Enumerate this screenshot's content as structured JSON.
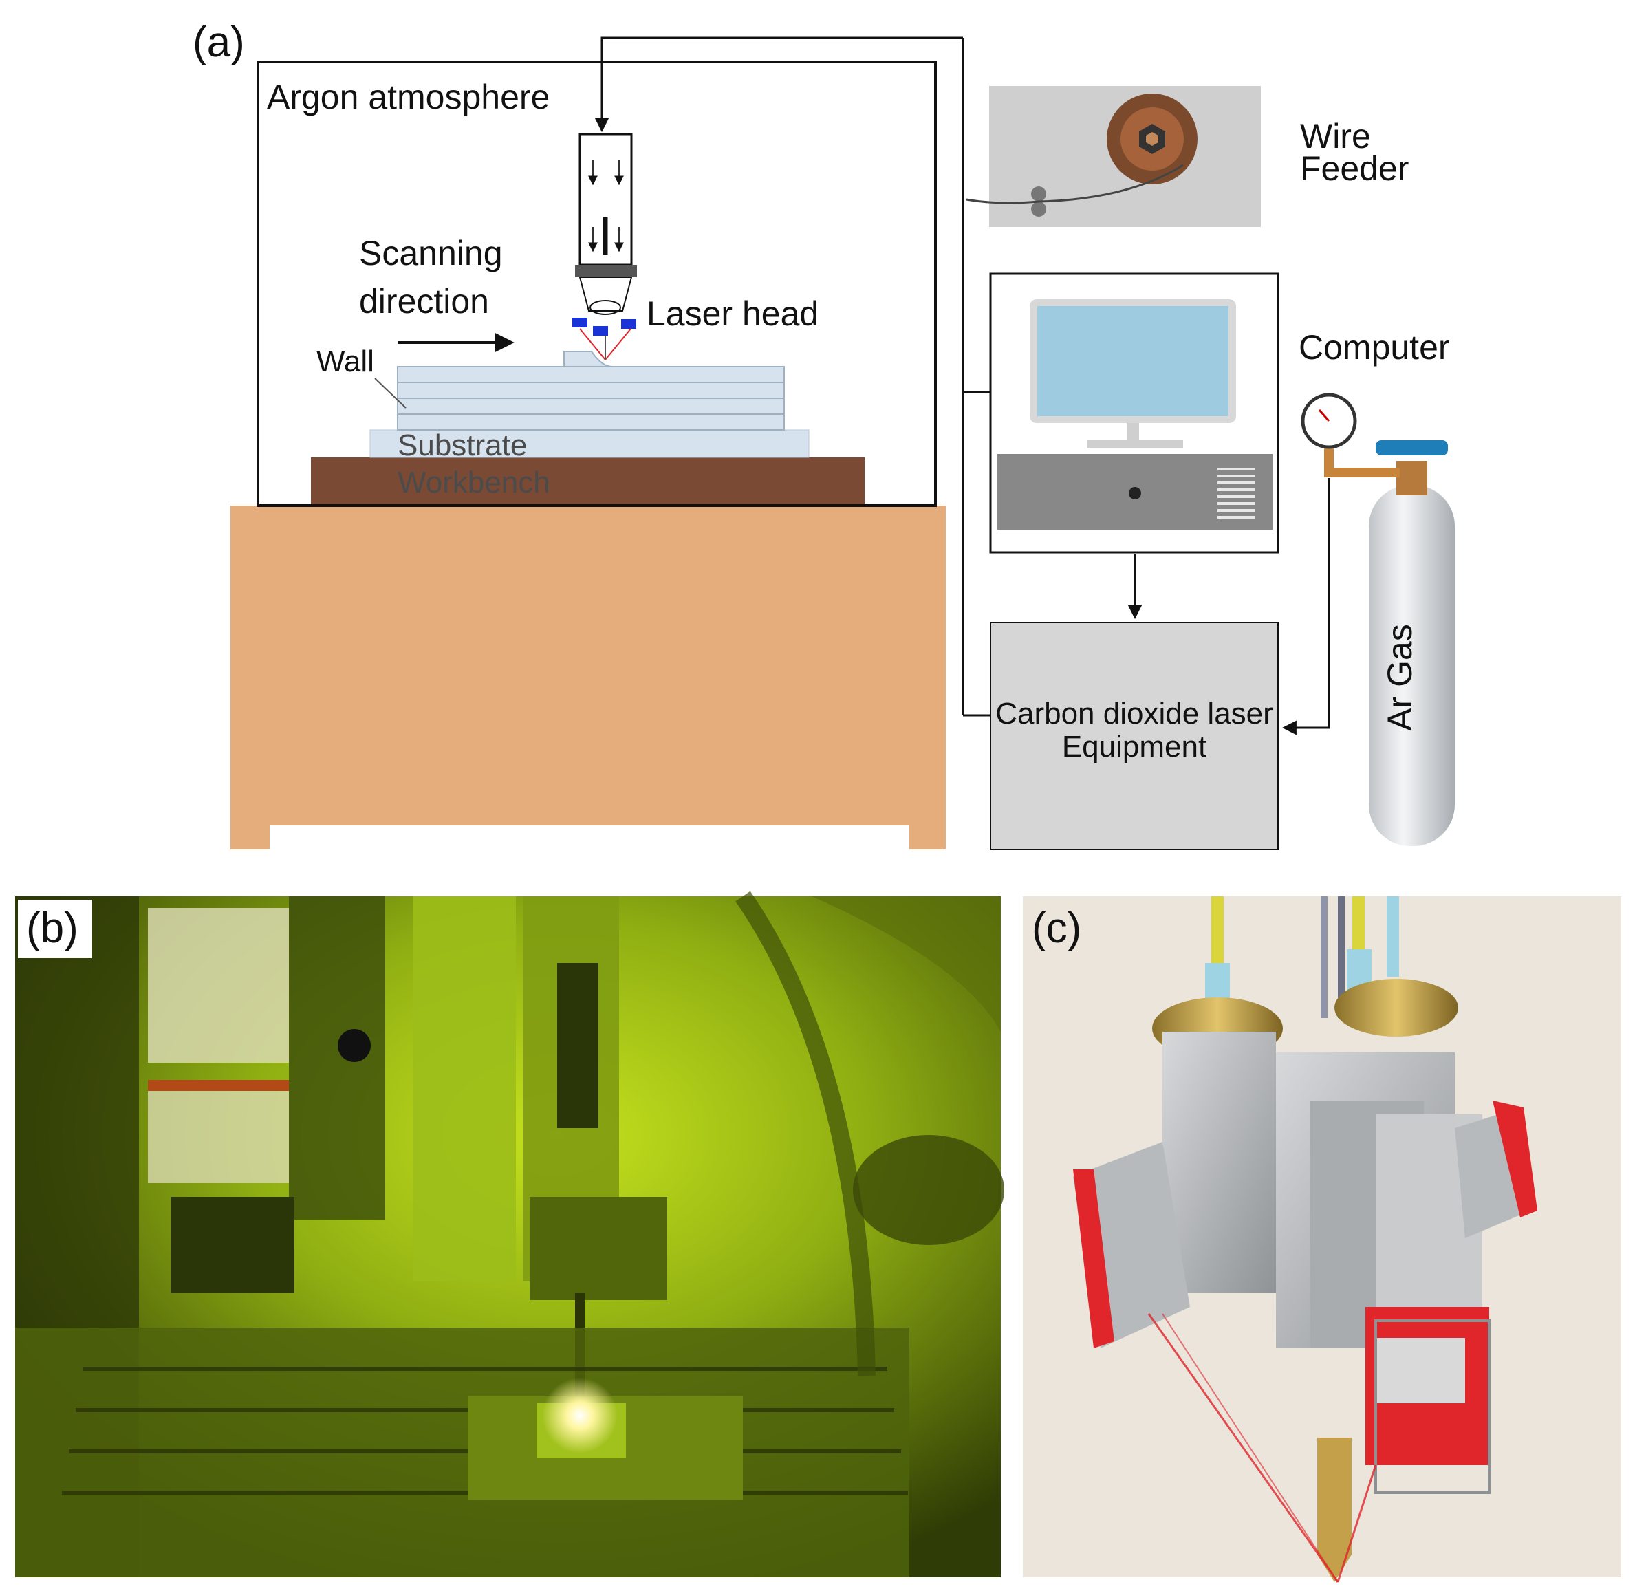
{
  "panels": {
    "a": {
      "label": "(a)",
      "argon": "Argon atmosphere",
      "scanning_line1": "Scanning",
      "scanning_line2": "direction",
      "laser_head": "Laser head",
      "wall": "Wall",
      "substrate": "Substrate",
      "workbench": "Workbench",
      "wire_feeder_line1": "Wire",
      "wire_feeder_line2": "Feeder",
      "computer": "Computer",
      "laser_equipment_line1": "Carbon dioxide laser",
      "laser_equipment_line2": "Equipment",
      "ar_gas": "Ar Gas"
    },
    "b": {
      "label": "(b)"
    },
    "c": {
      "label": "(c)"
    }
  },
  "colors": {
    "table": "#e5ac7c",
    "workbench": "#7a4a35",
    "substrate": "#d6e3ee",
    "screen": "#9ecbe0",
    "equipment_box": "#d6d6d6",
    "photo_green": "#7a9410",
    "render_bg": "#ebe5dc",
    "red_laser": "#e0252b"
  }
}
